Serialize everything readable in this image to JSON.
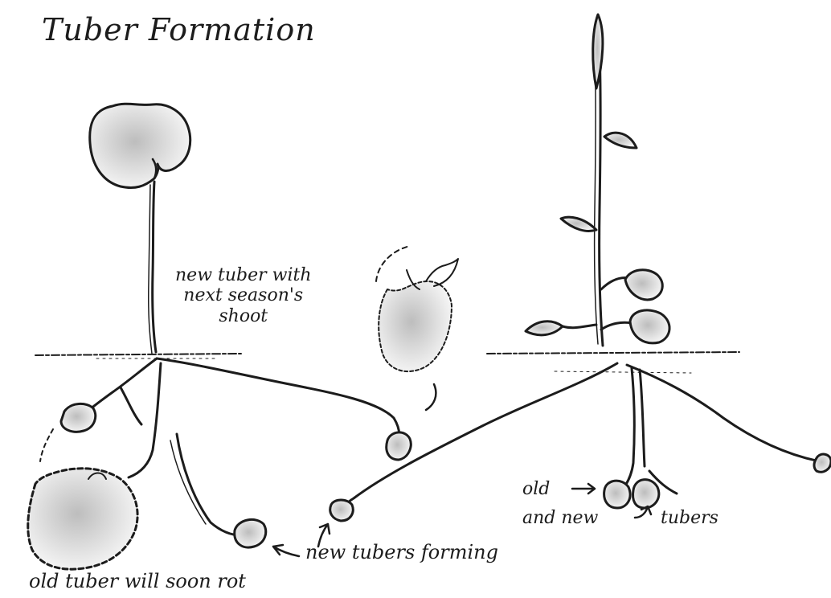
{
  "diagram": {
    "title": "Tuber Formation",
    "labels": {
      "new_tuber_lines": [
        "new tuber with",
        "next season's",
        "shoot"
      ],
      "new_tubers_forming": "new tubers forming",
      "old_tuber_rot": "old tuber will soon rot",
      "old": "old",
      "and_new": "and new",
      "tubers": "tubers"
    }
  },
  "colors": {
    "ink": "#1c1c1c",
    "shade": "#cfcfcf",
    "background": "#ffffff"
  }
}
